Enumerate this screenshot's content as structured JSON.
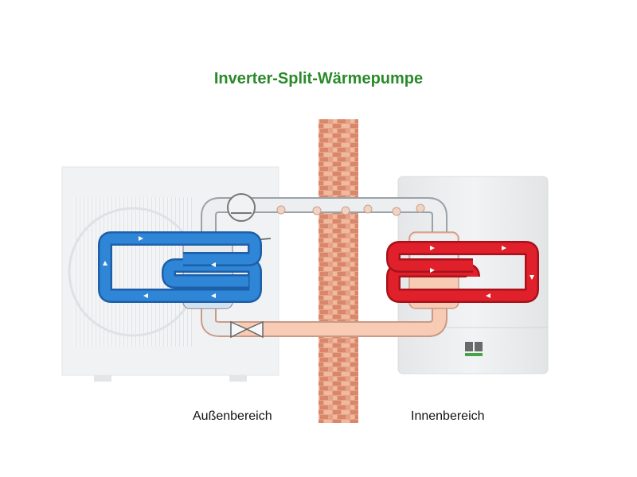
{
  "title": "Inverter-Split-Wärmepumpe",
  "outdoor_label": "Außenbereich",
  "indoor_label": "Innenbereich",
  "colors": {
    "title": "#2a8a2a",
    "cold_circuit": "#2f86d6",
    "hot_circuit": "#e0202a",
    "refrigerant_gas": "#e9ecef",
    "refrigerant_liquid": "#f8cbb5",
    "wall": "#d98c70"
  }
}
